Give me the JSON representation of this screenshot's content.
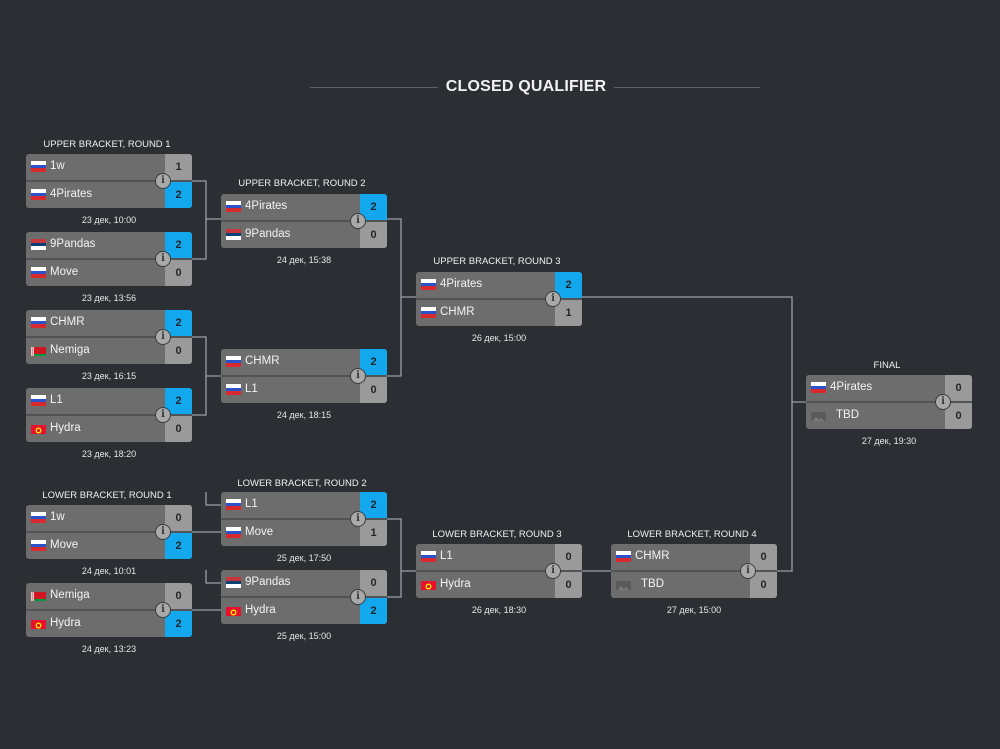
{
  "title": "CLOSED QUALIFIER",
  "info_glyph": "i",
  "colors": {
    "background": "#2b2e33",
    "row": "#6d6d6d",
    "win": "#13a8ee",
    "loss": "#9a9a9a",
    "connector": "#9aa0a6"
  },
  "rounds": [
    {
      "id": "ub1",
      "label": "UPPER BRACKET, ROUND 1"
    },
    {
      "id": "ub2",
      "label": "UPPER BRACKET, ROUND 2"
    },
    {
      "id": "ub3",
      "label": "UPPER BRACKET, ROUND 3"
    },
    {
      "id": "final",
      "label": "FINAL"
    },
    {
      "id": "lb1",
      "label": "LOWER BRACKET, ROUND 1"
    },
    {
      "id": "lb2",
      "label": "LOWER BRACKET, ROUND 2"
    },
    {
      "id": "lb3",
      "label": "LOWER BRACKET, ROUND 3"
    },
    {
      "id": "lb4",
      "label": "LOWER BRACKET, ROUND 4"
    }
  ],
  "matches": [
    {
      "id": "ub1-m1",
      "date": "23 дек, 10:00",
      "teams": [
        {
          "name": "1w",
          "flag": "ru",
          "score": "1",
          "win": false
        },
        {
          "name": "4Pirates",
          "flag": "ru",
          "score": "2",
          "win": true
        }
      ]
    },
    {
      "id": "ub1-m2",
      "date": "23 дек, 13:56",
      "teams": [
        {
          "name": "9Pandas",
          "flag": "rs",
          "score": "2",
          "win": true
        },
        {
          "name": "Move",
          "flag": "ru",
          "score": "0",
          "win": false
        }
      ]
    },
    {
      "id": "ub1-m3",
      "date": "23 дек, 16:15",
      "teams": [
        {
          "name": "CHMR",
          "flag": "ru",
          "score": "2",
          "win": true
        },
        {
          "name": "Nemiga",
          "flag": "by",
          "score": "0",
          "win": false
        }
      ]
    },
    {
      "id": "ub1-m4",
      "date": "23 дек, 18:20",
      "teams": [
        {
          "name": "L1",
          "flag": "ru",
          "score": "2",
          "win": true
        },
        {
          "name": "Hydra",
          "flag": "kg",
          "score": "0",
          "win": false
        }
      ]
    },
    {
      "id": "ub2-m1",
      "date": "24 дек, 15:38",
      "teams": [
        {
          "name": "4Pirates",
          "flag": "ru",
          "score": "2",
          "win": true
        },
        {
          "name": "9Pandas",
          "flag": "rs",
          "score": "0",
          "win": false
        }
      ]
    },
    {
      "id": "ub2-m2",
      "date": "24 дек, 18:15",
      "teams": [
        {
          "name": "CHMR",
          "flag": "ru",
          "score": "2",
          "win": true
        },
        {
          "name": "L1",
          "flag": "ru",
          "score": "0",
          "win": false
        }
      ]
    },
    {
      "id": "ub3-m1",
      "date": "26 дек, 15:00",
      "teams": [
        {
          "name": "4Pirates",
          "flag": "ru",
          "score": "2",
          "win": true
        },
        {
          "name": "CHMR",
          "flag": "ru",
          "score": "1",
          "win": false
        }
      ]
    },
    {
      "id": "final-m1",
      "date": "27 дек, 19:30",
      "teams": [
        {
          "name": "4Pirates",
          "flag": "ru",
          "score": "0",
          "win": false
        },
        {
          "name": "TBD",
          "flag": "none",
          "score": "0",
          "win": false
        }
      ]
    },
    {
      "id": "lb1-m1",
      "date": "24 дек, 10:01",
      "teams": [
        {
          "name": "1w",
          "flag": "ru",
          "score": "0",
          "win": false
        },
        {
          "name": "Move",
          "flag": "ru",
          "score": "2",
          "win": true
        }
      ]
    },
    {
      "id": "lb1-m2",
      "date": "24 дек, 13:23",
      "teams": [
        {
          "name": "Nemiga",
          "flag": "by",
          "score": "0",
          "win": false
        },
        {
          "name": "Hydra",
          "flag": "kg",
          "score": "2",
          "win": true
        }
      ]
    },
    {
      "id": "lb2-m1",
      "date": "25 дек, 17:50",
      "teams": [
        {
          "name": "L1",
          "flag": "ru",
          "score": "2",
          "win": true
        },
        {
          "name": "Move",
          "flag": "ru",
          "score": "1",
          "win": false
        }
      ]
    },
    {
      "id": "lb2-m2",
      "date": "25 дек, 15:00",
      "teams": [
        {
          "name": "9Pandas",
          "flag": "rs",
          "score": "0",
          "win": false
        },
        {
          "name": "Hydra",
          "flag": "kg",
          "score": "2",
          "win": true
        }
      ]
    },
    {
      "id": "lb3-m1",
      "date": "26 дек, 18:30",
      "teams": [
        {
          "name": "L1",
          "flag": "ru",
          "score": "0",
          "win": false
        },
        {
          "name": "Hydra",
          "flag": "kg",
          "score": "0",
          "win": false
        }
      ]
    },
    {
      "id": "lb4-m1",
      "date": "27 дек, 15:00",
      "teams": [
        {
          "name": "CHMR",
          "flag": "ru",
          "score": "0",
          "win": false
        },
        {
          "name": "TBD",
          "flag": "none",
          "score": "0",
          "win": false
        }
      ]
    }
  ]
}
